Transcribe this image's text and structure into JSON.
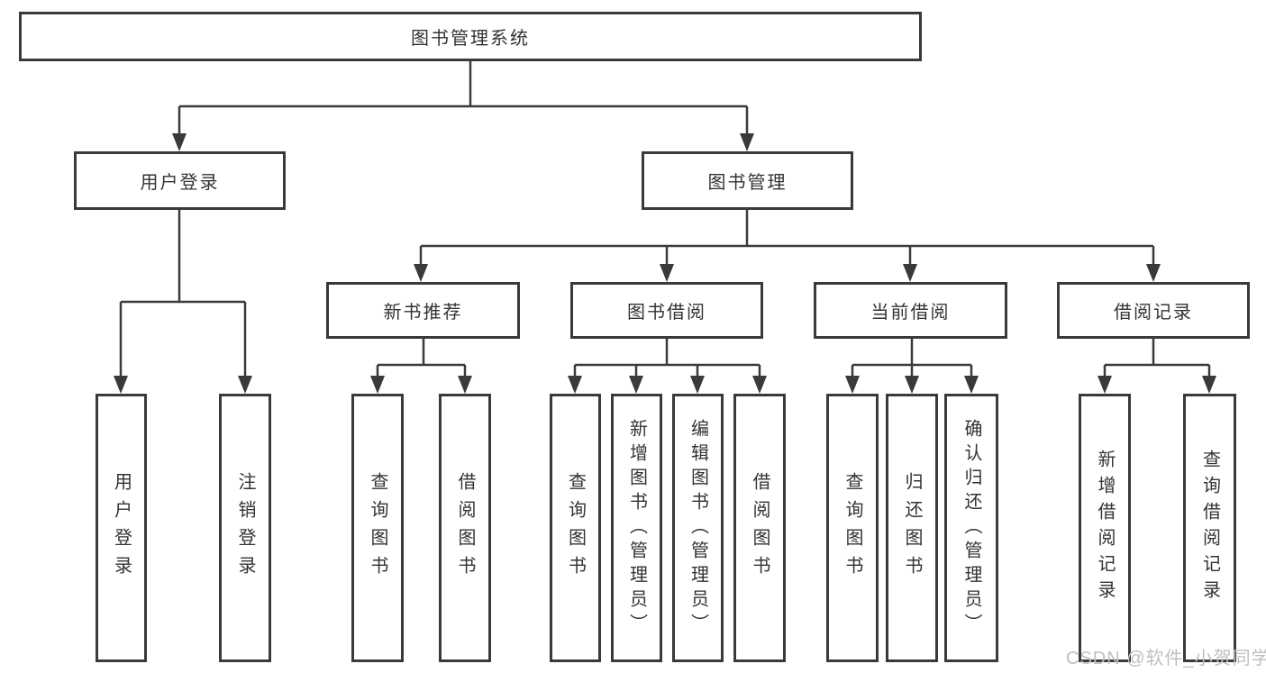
{
  "colors": {
    "line": "#3a3a3a",
    "text": "#333333",
    "watermark": "#bfbfbf"
  },
  "watermark": {
    "text": "CSDN @软件_小贺同学"
  },
  "diagram": {
    "root": {
      "label": "图书管理系统"
    },
    "branches": [
      {
        "label": "用户登录",
        "children": [
          {
            "label": "用户登录"
          },
          {
            "label": "注销登录"
          }
        ]
      },
      {
        "label": "图书管理",
        "children": [
          {
            "label": "新书推荐",
            "children": [
              {
                "label": "查询图书"
              },
              {
                "label": "借阅图书"
              }
            ]
          },
          {
            "label": "图书借阅",
            "children": [
              {
                "label": "查询图书"
              },
              {
                "label": "新增图书（管理员）"
              },
              {
                "label": "编辑图书（管理员）"
              },
              {
                "label": "借阅图书"
              }
            ]
          },
          {
            "label": "当前借阅",
            "children": [
              {
                "label": "查询图书"
              },
              {
                "label": "归还图书"
              },
              {
                "label": "确认归还（管理员）"
              }
            ]
          },
          {
            "label": "借阅记录",
            "children": [
              {
                "label": "新增借阅记录"
              },
              {
                "label": "查询借阅记录"
              }
            ]
          }
        ]
      }
    ]
  }
}
